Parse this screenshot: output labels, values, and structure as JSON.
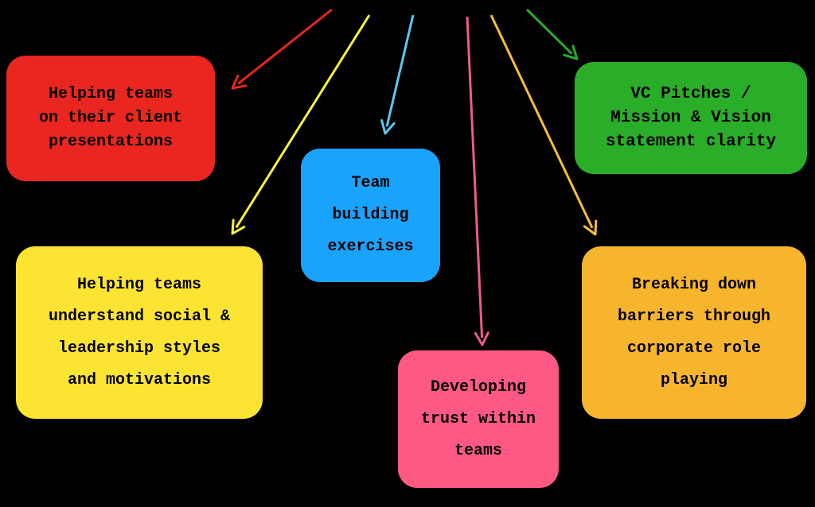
{
  "colors": {
    "background": "#000000",
    "red": "#ea2620",
    "yellow": "#fde433",
    "blue": "#1aa3fc",
    "pink": "#fd5984",
    "orange": "#f7b52e",
    "green": "#2aad29",
    "arrow_red": "#e8251f",
    "arrow_yellow": "#fdf33a",
    "arrow_blue": "#5ac8f5",
    "arrow_pink": "#ec5d8a",
    "arrow_orange": "#f7be3a",
    "arrow_green": "#27ad27"
  },
  "boxes": {
    "red": {
      "lines": [
        "Helping teams",
        "on their client",
        "presentations"
      ]
    },
    "yellow": {
      "lines": [
        "Helping teams",
        "understand social &",
        "leadership styles",
        "and motivations"
      ]
    },
    "blue": {
      "lines": [
        "Team",
        "building",
        "exercises"
      ]
    },
    "pink": {
      "lines": [
        "Developing",
        "trust within",
        "teams"
      ]
    },
    "orange": {
      "lines": [
        "Breaking down",
        "barriers through",
        "corporate role",
        "playing"
      ]
    },
    "green": {
      "lines": [
        "VC Pitches /",
        "Mission & Vision",
        "statement clarity"
      ]
    }
  }
}
